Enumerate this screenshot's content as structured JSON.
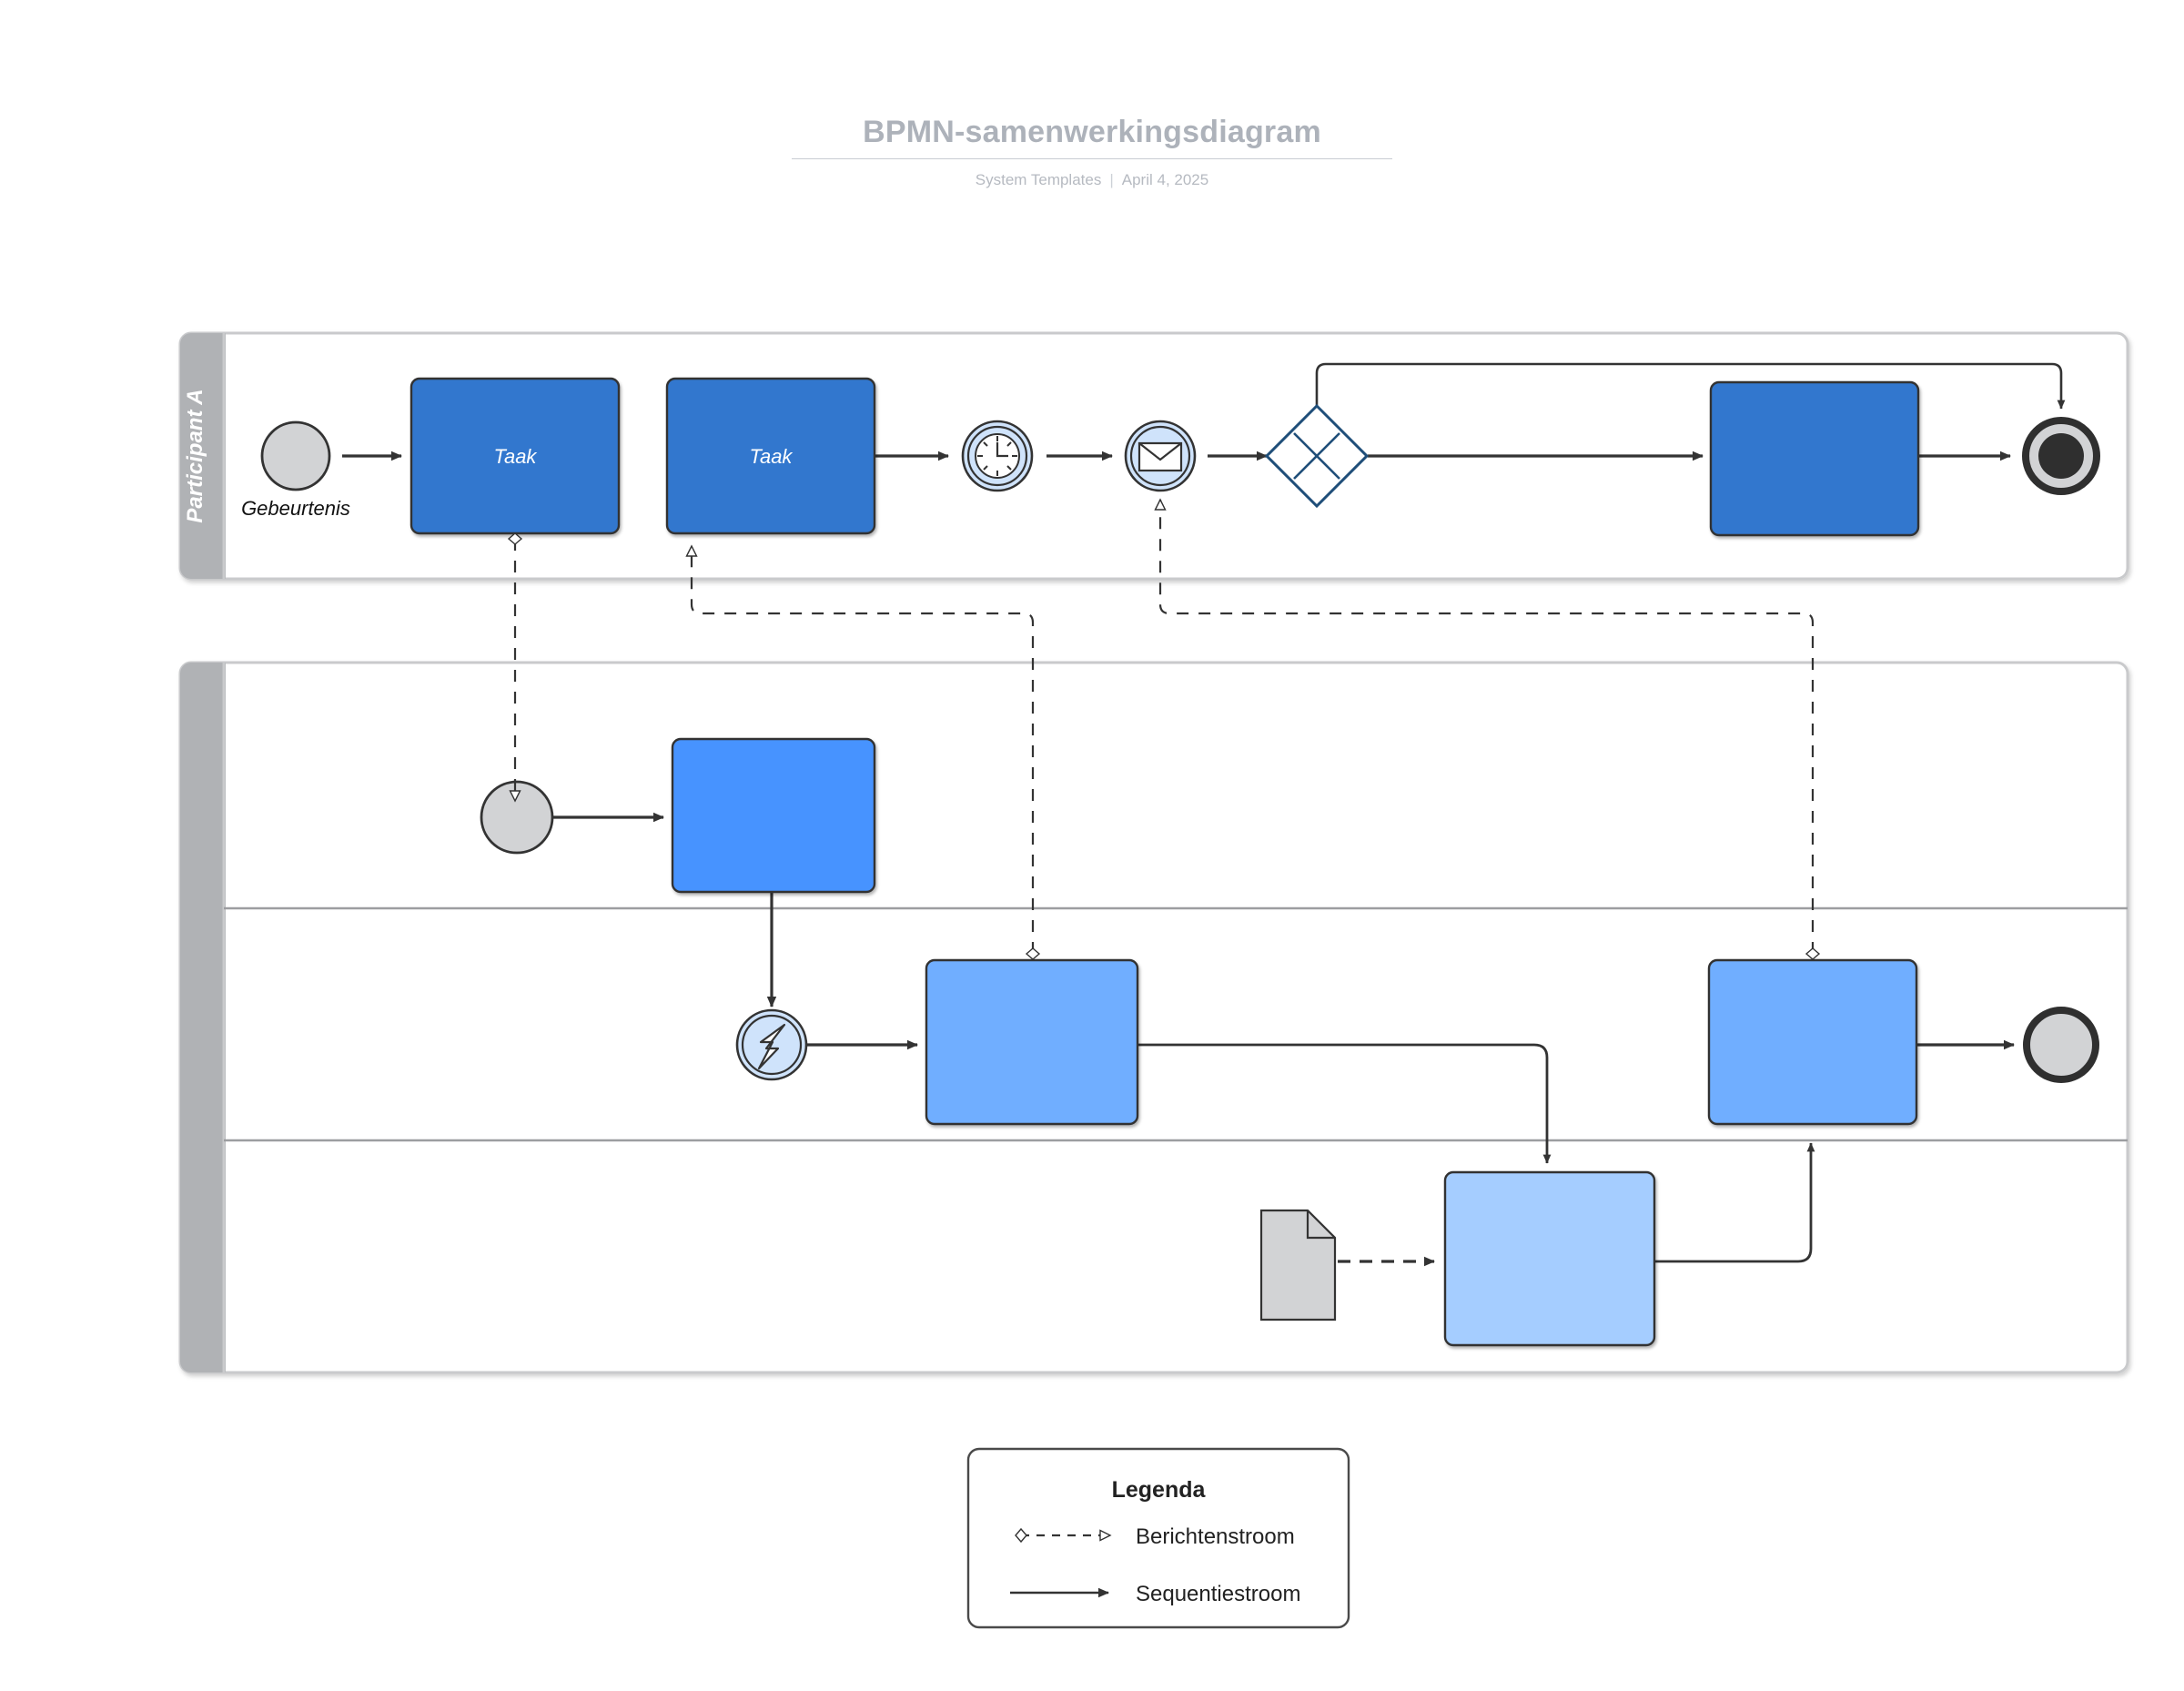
{
  "header": {
    "title": "BPMN-samenwerkingsdiagram",
    "source": "System Templates",
    "separator": "|",
    "date": "April 4, 2025"
  },
  "pools": [
    {
      "id": "pool-a",
      "label": "Participant A",
      "lane_count": 1,
      "elements": [
        {
          "type": "start-event",
          "name": "start-event-gebeurtenis",
          "label": "Gebeurtenis"
        },
        {
          "type": "task",
          "name": "task-taak-1",
          "label": "Taak"
        },
        {
          "type": "task",
          "name": "task-taak-2",
          "label": "Taak"
        },
        {
          "type": "timer-event",
          "name": "timer-intermediate-event",
          "label": ""
        },
        {
          "type": "message-event",
          "name": "message-intermediate-event",
          "label": ""
        },
        {
          "type": "complex-gateway",
          "name": "complex-gateway",
          "label": ""
        },
        {
          "type": "task",
          "name": "task-unlabeled-1",
          "label": ""
        },
        {
          "type": "terminate-end-event",
          "name": "terminate-end-event",
          "label": ""
        }
      ]
    },
    {
      "id": "pool-b",
      "label": "",
      "lane_count": 3,
      "elements": [
        {
          "type": "start-event",
          "name": "start-event-pool-b",
          "label": ""
        },
        {
          "type": "task",
          "name": "task-pool-b-lane1",
          "label": ""
        },
        {
          "type": "escalation-event",
          "name": "escalation-intermediate-event",
          "label": ""
        },
        {
          "type": "task",
          "name": "task-pool-b-lane2-left",
          "label": ""
        },
        {
          "type": "task",
          "name": "task-pool-b-lane2-right",
          "label": ""
        },
        {
          "type": "end-event",
          "name": "end-event-pool-b",
          "label": ""
        },
        {
          "type": "data-object",
          "name": "data-object-artifact",
          "label": ""
        },
        {
          "type": "task",
          "name": "task-pool-b-lane3",
          "label": ""
        }
      ]
    }
  ],
  "legend": {
    "title": "Legenda",
    "items": [
      {
        "name": "legend-message-flow",
        "label": "Berichtenstroom",
        "style": "dashed-open-arrow-diamond"
      },
      {
        "name": "legend-sequence-flow",
        "label": "Sequentiestroom",
        "style": "solid-filled-arrow"
      }
    ]
  },
  "colors": {
    "task_dark_blue": "#3077ce",
    "task_blue": "#4793ff",
    "task_mid_blue": "#6faeff",
    "task_light_blue": "#a5cdff",
    "pool_header_gray": "#b0b2b5",
    "event_gray": "#d2d3d5",
    "event_light_blue": "#cfe3fb",
    "gateway_outline": "#1f4e79",
    "stroke_dark": "#333333",
    "pool_border": "#c9cacc",
    "title_gray": "#adb2ba"
  }
}
